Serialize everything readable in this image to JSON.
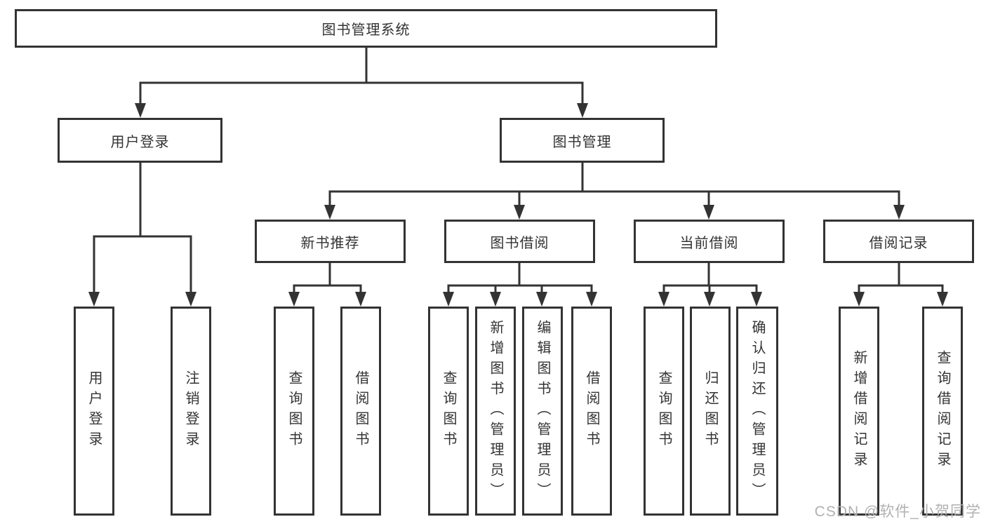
{
  "tree": {
    "root": {
      "label": "图书管理系统"
    },
    "branches": [
      {
        "label": "用户登录",
        "children": [
          {
            "label": "用户登录"
          },
          {
            "label": "注销登录"
          }
        ]
      },
      {
        "label": "图书管理",
        "children": [
          {
            "label": "新书推荐",
            "children": [
              {
                "label": "查询图书"
              },
              {
                "label": "借阅图书"
              }
            ]
          },
          {
            "label": "图书借阅",
            "children": [
              {
                "label": "查询图书"
              },
              {
                "label": "新增图书（管理员）"
              },
              {
                "label": "编辑图书（管理员）"
              },
              {
                "label": "借阅图书"
              }
            ]
          },
          {
            "label": "当前借阅",
            "children": [
              {
                "label": "查询图书"
              },
              {
                "label": "归还图书"
              },
              {
                "label": "确认归还（管理员）"
              }
            ]
          },
          {
            "label": "借阅记录",
            "children": [
              {
                "label": "新增借阅记录"
              },
              {
                "label": "查询借阅记录"
              }
            ]
          }
        ]
      }
    ]
  },
  "watermark": {
    "text": "CSDN @软件_小贺同学"
  },
  "colors": {
    "line": "#333333",
    "box_border": "#333333",
    "box_bg": "#ffffff",
    "text": "#333333",
    "watermark": "#b1b1b1"
  }
}
